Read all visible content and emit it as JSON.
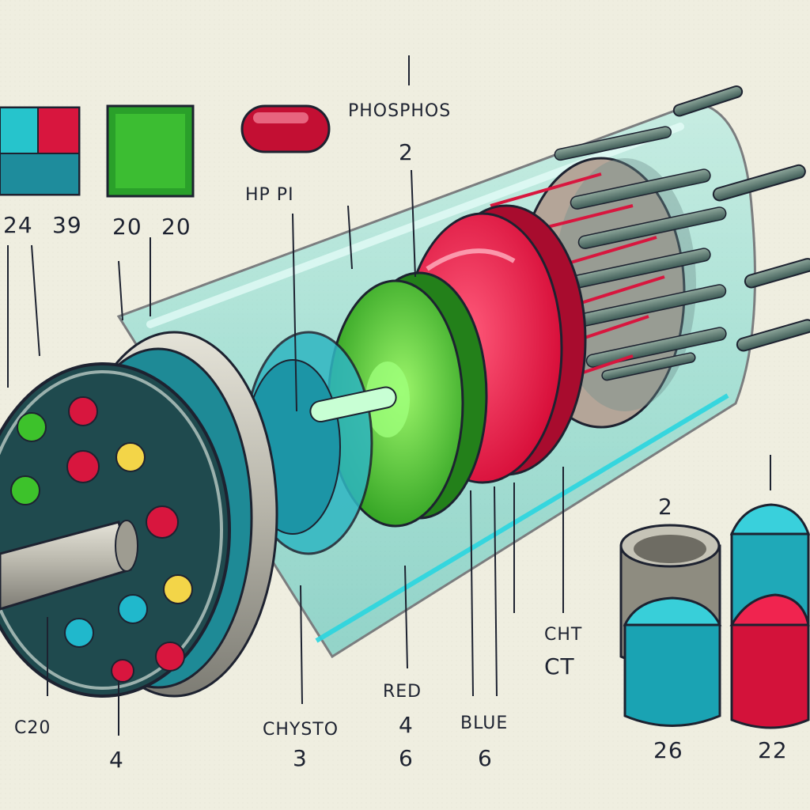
{
  "labels": {
    "top_left_a": "24",
    "top_left_b": "39",
    "top_mid_a": "20",
    "top_mid_b": "20",
    "hp_pi": "HP PI",
    "phosphos": "PHOSPHOS",
    "phosphos_num": "2",
    "right_num": "2",
    "cht": "CHT",
    "ct": "CT",
    "red": "RED",
    "red_num": "4",
    "red_num2": "6",
    "blue": "BLUE",
    "blue_num": "6",
    "chysto": "CHYSTO",
    "chysto_num": "3",
    "c20": "C20",
    "bottom_num": "4",
    "cap_left_num": "26",
    "cap_right_num": "22"
  },
  "colors": {
    "background": "#efeee0",
    "glass": "#7fded6",
    "red_phosphor": "#e3123e",
    "green_phosphor": "#3dc22b",
    "blue_phosphor": "#20b8cc",
    "base": "#1f4a4e",
    "metal": "#b9b8ad"
  }
}
